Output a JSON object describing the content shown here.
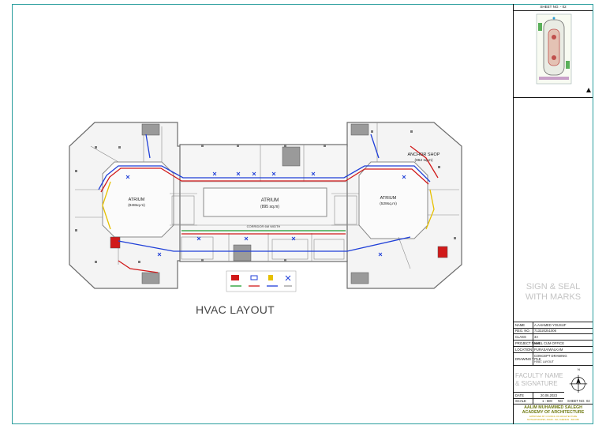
{
  "sheet": {
    "sheet_no_label": "SHEET NO. - 02",
    "layout_title": "HVAC LAYOUT"
  },
  "plan": {
    "rooms": {
      "atrium_left": "ATRIUM",
      "atrium_left_area": "(948sq.m)",
      "atrium_center": "ATRIUM",
      "atrium_center_area": "(895 sq.m)",
      "atrium_right": "ATRIUM",
      "atrium_right_area": "(528sq.m)",
      "anchor_shop": "ANCHOR SHOP",
      "anchor_shop_area": "(862 sq.m)",
      "corridor": "CORRIDOR 6M WIDTH"
    }
  },
  "title_block": {
    "sign_seal_line1": "SIGN & SEAL",
    "sign_seal_line2": "WITH MARKS",
    "rows": [
      {
        "label": "NAME",
        "value": "A.AHAMED YOUSUF"
      },
      {
        "label": "REG. NO.",
        "value": "713320251006"
      },
      {
        "label": "CLASS",
        "value": "3A"
      },
      {
        "label": "PROJECT NAME",
        "value": "MALL CUM OFFICE"
      },
      {
        "label": "LOCATION",
        "value": "PURASAIWALKAM"
      },
      {
        "label": "DRAWING TITLE",
        "value": "CONCEPT DRAWING"
      },
      {
        "label": "",
        "value": "HVAC LAYOUT"
      }
    ],
    "faculty_line1": "FACULTY NAME",
    "faculty_line2": "& SIGNATURE",
    "date_label": "DATE",
    "date_value": "20.06.2023",
    "scale_label": "SCALE",
    "scale_value": "1 : 500",
    "nts": "NO",
    "sheet_label": "SHEET NO.",
    "sheet_value": "02",
    "north": "N",
    "academy_line1": "AALIM MUHAMMED SALEGH",
    "academy_line2": "ACADEMY OF ARCHITECTURE",
    "academy_sub1": "APPROVED BY COUNCIL OF ARCHITECTURE",
    "academy_sub2": "MUTHAPUDUPET, AVADI - IAF, CHENNAI - 600 055"
  },
  "colors": {
    "frame": "#2a9e9e",
    "wall": "#6c6c6c",
    "duct_blue": "#1f3fd8",
    "duct_red": "#d11a1a",
    "duct_green": "#1c9a2c",
    "duct_yellow": "#e6c000",
    "academy_text": "#6f7a12"
  }
}
